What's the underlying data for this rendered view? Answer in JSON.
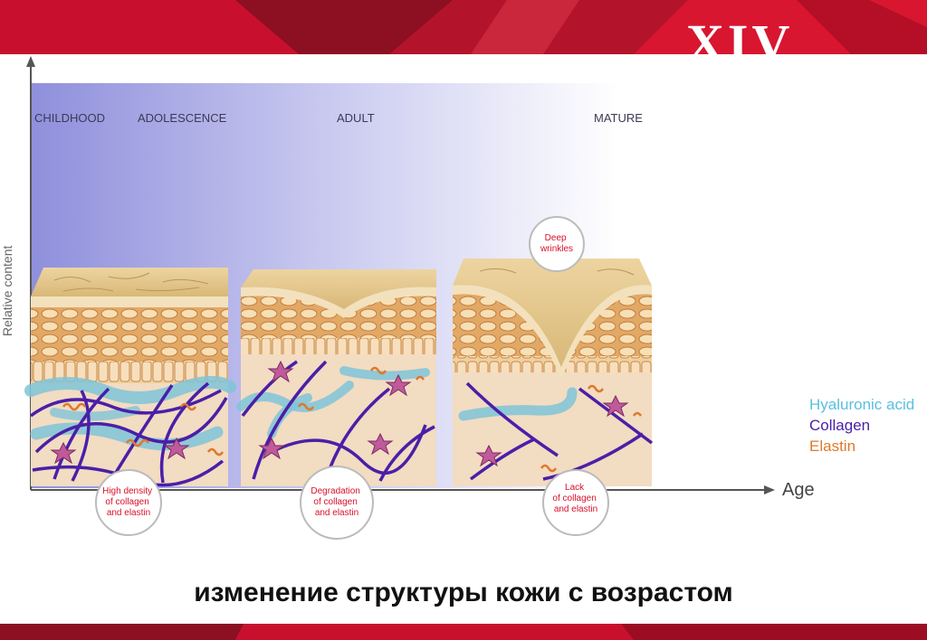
{
  "slide": {
    "corner_mark": "XIV",
    "caption": "изменение структуры кожи с возрастом"
  },
  "axes": {
    "y_label": "Relative content",
    "x_label": "Age"
  },
  "stages": [
    "CHILDHOOD",
    "ADOLESCENCE",
    "ADULT",
    "MATURE"
  ],
  "legend": [
    {
      "label": "Hyaluronic acid",
      "color": "#5bbfe0"
    },
    {
      "label": "Collagen",
      "color": "#4a1fa8"
    },
    {
      "label": "Elastin",
      "color": "#e0782a"
    }
  ],
  "callouts": {
    "deep_wrinkles": [
      "Deep",
      "wrinkles"
    ],
    "high_density": [
      "High density",
      "of collagen",
      "and elastin"
    ],
    "degradation": [
      "Degradation",
      "of collagen",
      "and elastin"
    ],
    "lack": [
      "Lack",
      "of collagen",
      "and elastin"
    ]
  },
  "colors": {
    "banner_red": "#c8102e",
    "banner_dark": "#8c0f22",
    "gradient_start": "#8f8fdc",
    "gradient_end": "#ffffff",
    "skin_top": "#e8c98a",
    "cell_fill": "#f6dcb0",
    "cell_stroke": "#c98a45",
    "dermis": "#f3dcc0",
    "callout_red": "#d8102a"
  }
}
